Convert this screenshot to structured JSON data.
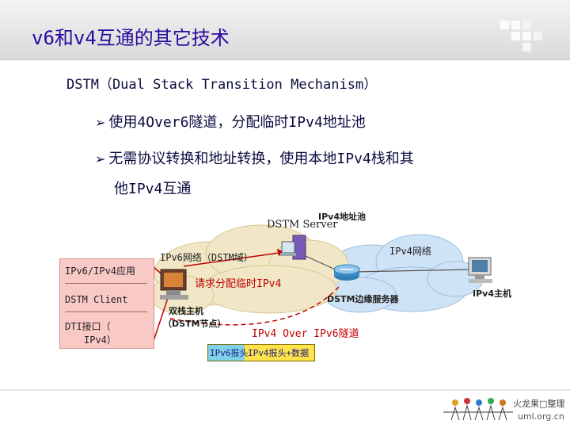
{
  "slide": {
    "title": "v6和v4互通的其它技术",
    "subtitle": "DSTM（Dual Stack Transition Mechanism）",
    "bullets": [
      "使用4Over6隧道，分配临时IPv4地址池",
      "无需协议转换和地址转换，使用本地IPv4栈和其",
      "他IPv4互通"
    ]
  },
  "diagram": {
    "server_label": "DSTM Server",
    "pool_label": "IPv4地址池",
    "ipv6_network": "IPv6网络（DSTM域）",
    "ipv4_network": "IPv4网络",
    "request_label": "请求分配临时IPv4",
    "border_server": "DSTM边缘服务器",
    "ipv4_host": "IPv4主机",
    "dual_stack_host": "双栈主机",
    "dual_stack_node": "（DSTM节点）",
    "tunnel_label": "IPv4 Over IPv6隧道",
    "stack_box": {
      "row1": "IPv6/IPv4应用",
      "row2": "DSTM Client",
      "row3": "DTI接口（",
      "row4": "IPv4）"
    },
    "packet": {
      "v6_header": "IPv6报头",
      "v4_header_data": "IPv4报头+数据"
    }
  },
  "footer": {
    "logo_text": "火龙果□整理",
    "logo_url": "uml.org.cn"
  },
  "colors": {
    "title": "#2a0aa0",
    "accent_red": "#c00000",
    "cloud_blue": "#cfe3f6",
    "cloud_beige": "#f1e7c6"
  }
}
